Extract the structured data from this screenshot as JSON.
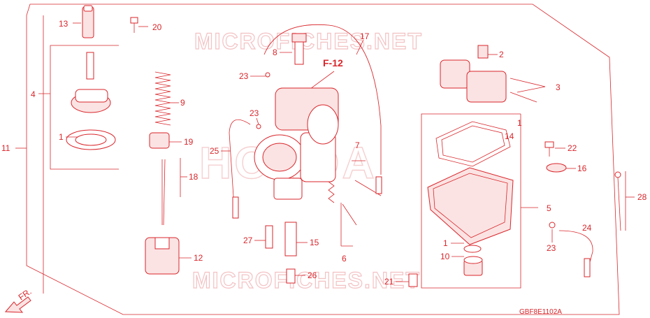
{
  "diagram": {
    "reference_label": "F-12",
    "drawing_code": "GBF8E1102A",
    "direction_arrow_label": "FR.",
    "watermark_text": "MICROFICHES.NET",
    "watermark_brand": "HONDA",
    "callouts": [
      {
        "id": "c1",
        "label": "1"
      },
      {
        "id": "c1b",
        "label": "1"
      },
      {
        "id": "c1c",
        "label": "1"
      },
      {
        "id": "c2",
        "label": "2"
      },
      {
        "id": "c3",
        "label": "3"
      },
      {
        "id": "c4",
        "label": "4"
      },
      {
        "id": "c5",
        "label": "5"
      },
      {
        "id": "c6",
        "label": "6"
      },
      {
        "id": "c7",
        "label": "7"
      },
      {
        "id": "c8",
        "label": "8"
      },
      {
        "id": "c9",
        "label": "9"
      },
      {
        "id": "c10",
        "label": "10"
      },
      {
        "id": "c11",
        "label": "11"
      },
      {
        "id": "c12",
        "label": "12"
      },
      {
        "id": "c13",
        "label": "13"
      },
      {
        "id": "c14",
        "label": "14"
      },
      {
        "id": "c15",
        "label": "15"
      },
      {
        "id": "c16",
        "label": "16"
      },
      {
        "id": "c17",
        "label": "17"
      },
      {
        "id": "c18",
        "label": "18"
      },
      {
        "id": "c19",
        "label": "19"
      },
      {
        "id": "c20",
        "label": "20"
      },
      {
        "id": "c21",
        "label": "21"
      },
      {
        "id": "c22",
        "label": "22"
      },
      {
        "id": "c23a",
        "label": "23"
      },
      {
        "id": "c23b",
        "label": "23"
      },
      {
        "id": "c23c",
        "label": "23"
      },
      {
        "id": "c24",
        "label": "24"
      },
      {
        "id": "c25",
        "label": "25"
      },
      {
        "id": "c26",
        "label": "26"
      },
      {
        "id": "c27",
        "label": "27"
      },
      {
        "id": "c28",
        "label": "28"
      }
    ]
  },
  "colors": {
    "line": "#d9262b",
    "watermark": "#f3c2c4",
    "background": "#ffffff"
  }
}
